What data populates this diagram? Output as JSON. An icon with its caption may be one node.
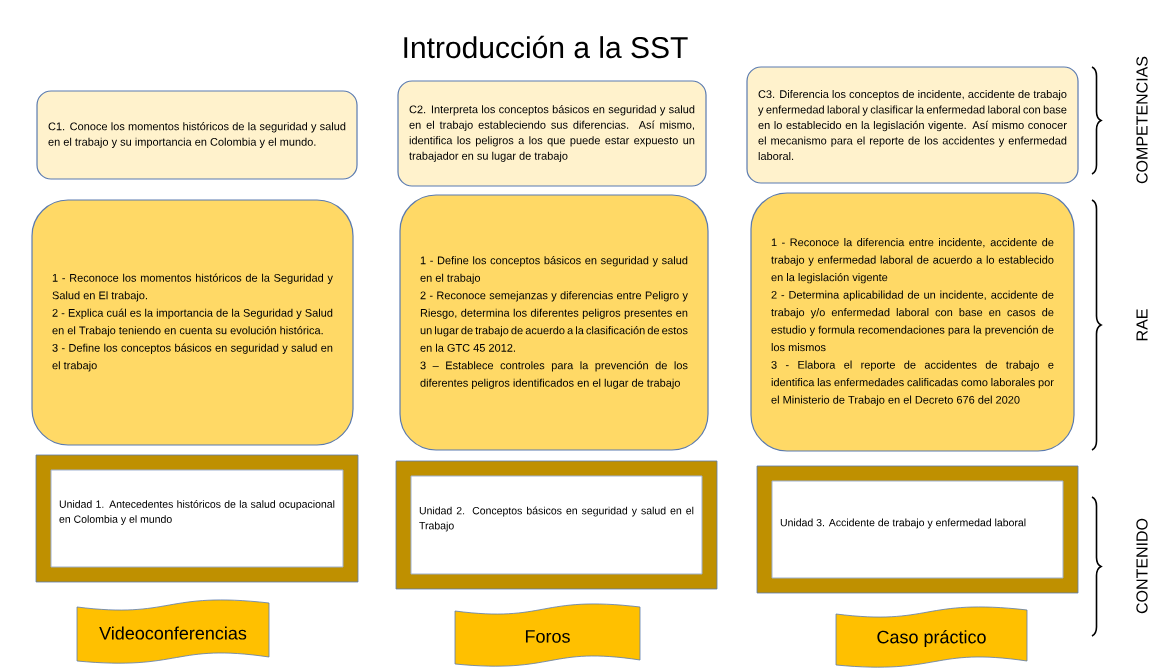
{
  "diagram": {
    "title": "Introducción a la SST",
    "nodes": [
      {
        "text": [
          "C1. Conoce los momentos históricos de la seguridad y salud en el trabajo y su importancia en Colombia y el mundo."
        ]
      },
      {
        "text": [
          "C2. Interpreta los conceptos básicos en seguridad y salud en el trabajo estableciendo sus diferencias. Así mismo, identifica los peligros a los que puede estar expuesto un trabajador en su lugar de trabajo"
        ]
      },
      {
        "text": [
          "C3. Diferencia los conceptos de incidente, accidente de trabajo y enfermedad laboral y clasificar la enfermedad laboral con base en lo establecido en la legislación vigente. Así mismo conocer el mecanismo para el reporte de los accidentes y enfermedad laboral."
        ]
      },
      {
        "text": [
          "1 - Reconoce los momentos históricos de la Seguridad y Salud en El trabajo.",
          "2 - Explica cuál es la importancia de la Seguridad y Salud en el Trabajo teniendo en cuenta su evolución histórica.",
          "3 - Define los conceptos básicos en seguridad y salud en el trabajo"
        ]
      },
      {
        "text": [
          "1 - Define los conceptos básicos en seguridad y salud en el trabajo",
          "2 - Reconoce semejanzas y diferencias entre Peligro y Riesgo, determina los diferentes peligros presentes en un lugar de trabajo de acuerdo a la clasificación de estos en la GTC 45 2012.",
          "3 – Establece controles para la prevención de los diferentes peligros identificados en el lugar de trabajo"
        ]
      },
      {
        "text": [
          "1 - Reconoce la diferencia entre incidente, accidente de trabajo y enfermedad laboral de acuerdo a lo establecido en la legislación vigente",
          "2 - Determina aplicabilidad de un incidente, accidente de trabajo y/o enfermedad laboral con base en casos de estudio y formula recomendaciones para la prevención de los mismos",
          "3 - Elabora el reporte de accidentes de trabajo e identifica las enfermedades calificadas como laborales por el Ministerio de Trabajo en el Decreto 676 del 2020"
        ]
      },
      {
        "text": [
          "Unidad 1. Antecedentes históricos de la salud ocupacional en Colombia y el mundo"
        ]
      },
      {
        "text": [
          "Unidad 2. Conceptos básicos en seguridad y salud en el Trabajo"
        ]
      },
      {
        "text": [
          "Unidad 3. Accidente de trabajo y enfermedad laboral"
        ]
      },
      {
        "text": [
          "Videoconferencias"
        ]
      },
      {
        "text": [
          "Foros"
        ]
      },
      {
        "text": [
          "Caso práctico"
        ]
      }
    ],
    "labels": [
      "COMPETENCIAS",
      "RAE",
      "CONTENIDO"
    ]
  }
}
